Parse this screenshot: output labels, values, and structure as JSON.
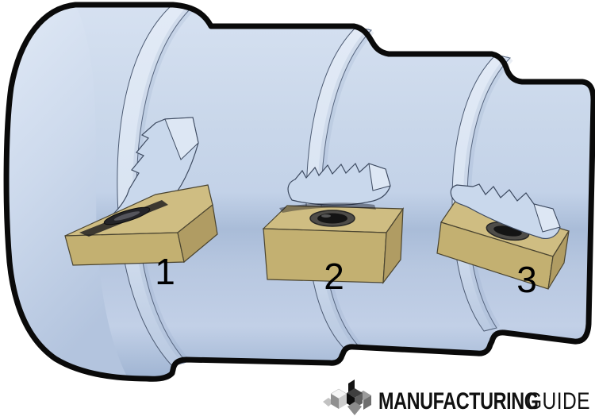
{
  "figure": {
    "kind": "3d-technical-illustration",
    "subject": "stepped-cylindrical-workpiece-with-three-turning-inserts-and-chips",
    "stage_labels": [
      "1",
      "2",
      "3"
    ]
  },
  "logo": {
    "brand_bold": "MANUFACTURING",
    "brand_light": "GUIDE",
    "icon": "isometric-cubes-logo-icon"
  },
  "colors": {
    "background": "#ffffff",
    "outline_black": "#0a0a0a",
    "inner_line": "#4d5b73",
    "body_top": "#d6e1f1",
    "body_mid": "#c3d2e8",
    "body_band": "#a9bcd8",
    "body_bottom": "#9fb4d2",
    "rim_fill": "#d9e4f2",
    "chip_fill": "#c9d8ec",
    "chip_facet": "#dde7f4",
    "chip_line": "#3d4a60",
    "insert_top": "#cfbd82",
    "insert_front": "#c3b071",
    "insert_side": "#b09c63",
    "insert_outline": "#4a4430",
    "hole_outer": "#4e4c48",
    "hole_inner": "#141414",
    "label_color": "#000000",
    "logo_black": "#111111"
  }
}
